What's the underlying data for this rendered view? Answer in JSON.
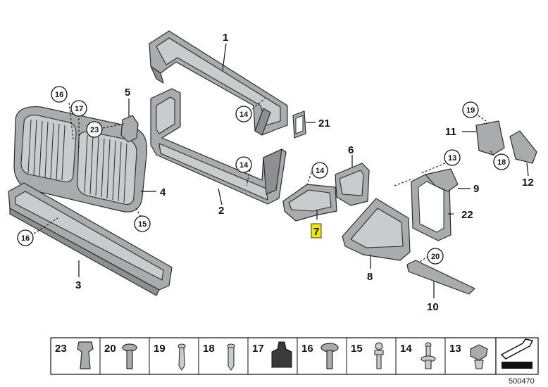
{
  "callouts": {
    "c1": "1",
    "c2": "2",
    "c3": "3",
    "c4": "4",
    "c5": "5",
    "c6": "6",
    "c7": "7",
    "c8": "8",
    "c9": "9",
    "c10": "10",
    "c11": "11",
    "c12": "12",
    "c21": "21",
    "c22": "22"
  },
  "circled": {
    "r16a": "16",
    "r17": "17",
    "r23": "23",
    "r15": "15",
    "r16b": "16",
    "r14a": "14",
    "r14b": "14",
    "r14c": "14",
    "r13": "13",
    "r19": "19",
    "r18": "18",
    "r20": "20"
  },
  "legend": [
    "23",
    "20",
    "19",
    "18",
    "17",
    "16",
    "15",
    "14",
    "13"
  ],
  "diagram_code": "500470",
  "colors": {
    "highlight": "#f2e600",
    "part_fill": "#a9abad",
    "outline": "#2b2b2b"
  }
}
